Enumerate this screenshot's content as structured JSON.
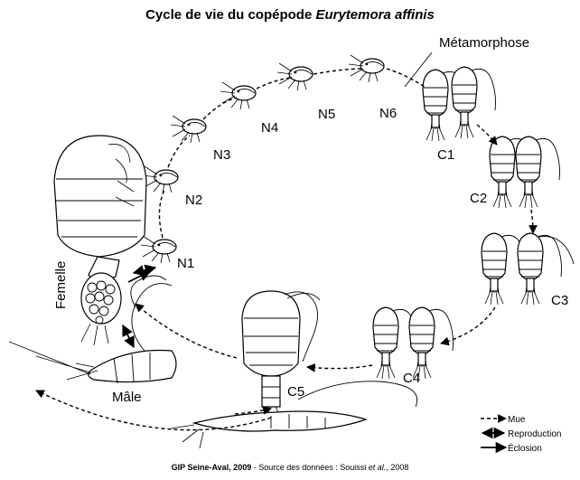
{
  "title": {
    "prefix": "Cycle de vie du copépode ",
    "species": "Eurytemora affinis"
  },
  "labels": {
    "metamorphose": "Métamorphose",
    "femelle": "Femelle",
    "male": "Mâle",
    "stages": [
      "N1",
      "N2",
      "N3",
      "N4",
      "N5",
      "N6",
      "C1",
      "C2",
      "C3",
      "C4",
      "C5"
    ]
  },
  "legend": {
    "mue": "Mue",
    "reproduction": "Reproduction",
    "eclosion": "Éclosion"
  },
  "footer": {
    "org": "GIP Seine-Aval, 2009",
    "source_prefix": " - Source des données : Souissi ",
    "etal": "et al.",
    "year": ", 2008"
  }
}
